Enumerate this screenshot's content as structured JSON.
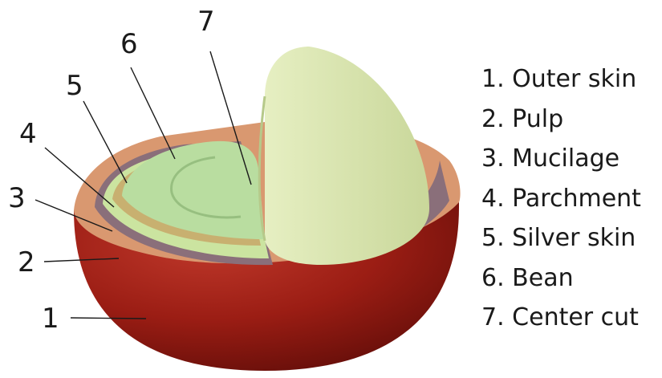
{
  "callouts": [
    "1",
    "2",
    "3",
    "4",
    "5",
    "6",
    "7"
  ],
  "legend": [
    "1. Outer skin",
    "2. Pulp",
    "3. Mucilage",
    "4. Parchment",
    "5. Silver skin",
    "6. Bean",
    "7. Center cut"
  ],
  "colors": {
    "outer_skin": "#8b1a14",
    "pulp": "#d99870",
    "mucilage": "#8a6f7a",
    "parchment": "#cbe4a0",
    "silver_skin": "#c8b070",
    "bean": "#b9dda0",
    "center_cut": "#dbe6b4"
  }
}
